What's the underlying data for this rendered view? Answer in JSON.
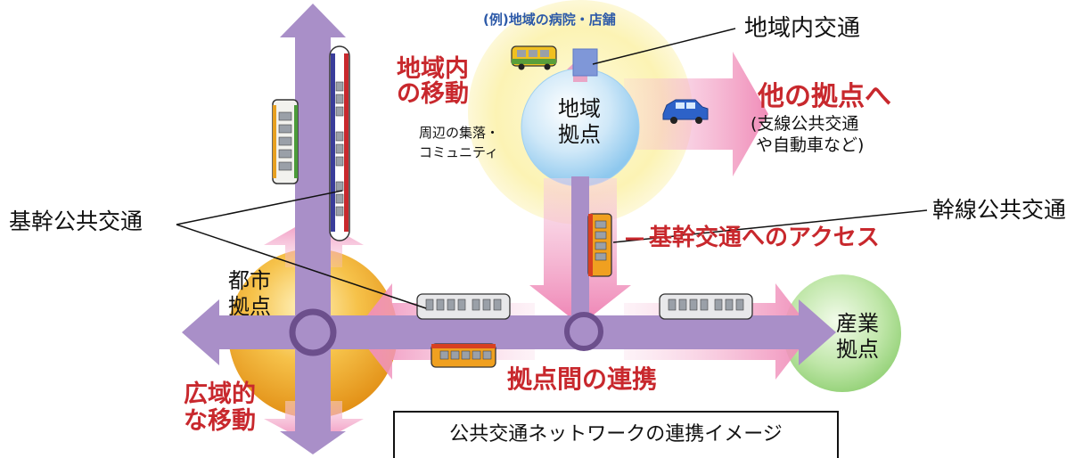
{
  "labels": {
    "example": "(例)地域の病院・店舗",
    "local_transport": "地域内交通",
    "local_move": "地域内\nの移動",
    "local_hub": "地域\n拠点",
    "surroundings": "周辺の集落・\nコミュニティ",
    "to_other_hubs": "他の拠点へ",
    "branch_note": "(支線公共交通\n や自動車など)",
    "trunk_line": "幹線公共交通",
    "basic_transport": "基幹公共交通",
    "access": "基幹交通へのアクセス",
    "city_hub": "都市\n拠点",
    "industry_hub": "産業\n拠点",
    "hub_link": "拠点間の連携",
    "wide_move": "広域的\nな移動",
    "caption": "公共交通ネットワークの連携イメージ"
  },
  "colors": {
    "accent_red": "#c8282d",
    "trunk_purple": "#a98fc8",
    "pink_arrow": "#f3a8c8",
    "local_sphere": "#bfe0f5",
    "yellow_halo": "#fbf4b8",
    "city_sphere": "#f0a020",
    "industry_sphere": "#9fd48a"
  }
}
